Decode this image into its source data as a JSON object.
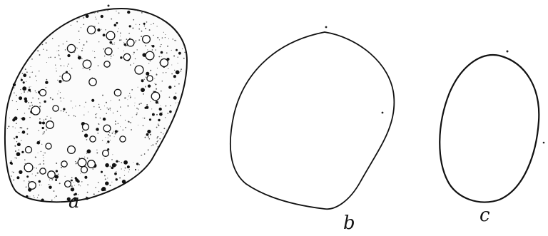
{
  "figure": {
    "labels": {
      "a": "a",
      "b": "b",
      "c": "c"
    },
    "colors": {
      "ink": "#111111",
      "stipple": "#555555",
      "background": "#ffffff"
    }
  }
}
